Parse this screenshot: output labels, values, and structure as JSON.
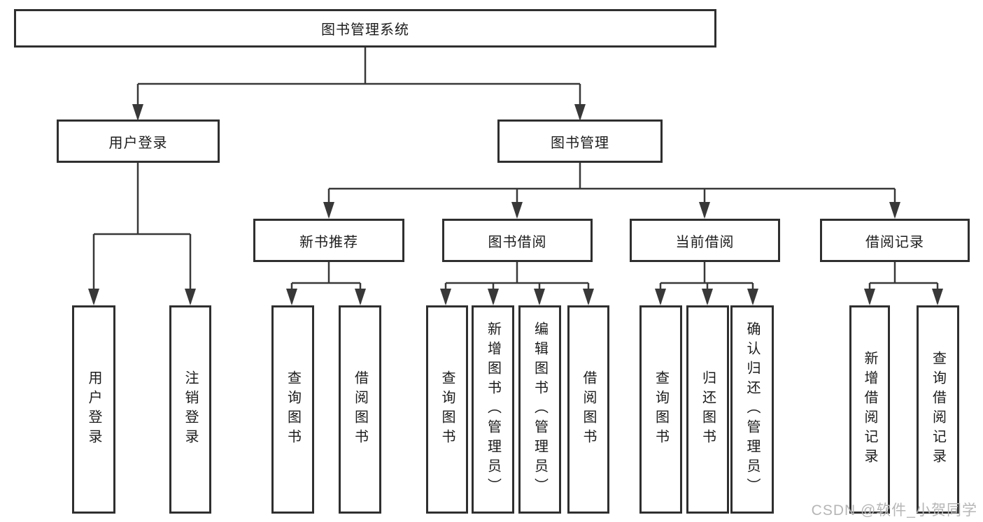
{
  "diagram": {
    "root": {
      "label": "图书管理系统"
    },
    "branches": [
      {
        "label": "用户登录",
        "leaves": [
          "用户登录",
          "注销登录"
        ]
      },
      {
        "label": "图书管理",
        "sections": [
          {
            "label": "新书推荐",
            "leaves": [
              "查询图书",
              "借阅图书"
            ]
          },
          {
            "label": "图书借阅",
            "leaves": [
              "查询图书",
              "新增图书（管理员）",
              "编辑图书（管理员）",
              "借阅图书"
            ]
          },
          {
            "label": "当前借阅",
            "leaves": [
              "查询图书",
              "归还图书",
              "确认归还（管理员）"
            ]
          },
          {
            "label": "借阅记录",
            "leaves": [
              "新增借阅记录",
              "查询借阅记录"
            ]
          }
        ]
      }
    ]
  },
  "watermark": {
    "text": "CSDN @软件_小贺同学"
  },
  "colors": {
    "background": "#ffffff",
    "box_border": "#2f2f2f",
    "connector_line": "#383838",
    "text": "#1c1c1c",
    "watermark": "#b6b6b6"
  }
}
